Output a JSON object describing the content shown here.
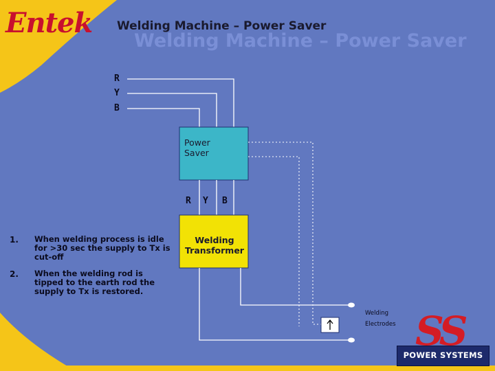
{
  "header": {
    "logo_text": "Entek",
    "title": "Welding Machine – Power Saver",
    "title_echo": "Welding Machine – Power Saver"
  },
  "diagram": {
    "supply_phases": [
      "R",
      "Y",
      "B"
    ],
    "power_saver_label": "Power\nSaver",
    "output_phases": [
      "R",
      "Y",
      "B"
    ],
    "transformer_label": "Welding\nTransformer",
    "electrodes_line1": "Welding",
    "electrodes_line2": "Electrodes"
  },
  "notes": [
    {
      "number": "1.",
      "text": "When welding process is idle for >30 sec the supply to Tx is cut-off"
    },
    {
      "number": "2.",
      "text": "When the welding rod is tipped to the earth rod the supply to Tx is restored."
    }
  ],
  "brand": {
    "mark": "SS",
    "name": "POWER SYSTEMS"
  },
  "colors": {
    "background": "#6178c0",
    "accent_yellow": "#f5c518",
    "power_saver_fill": "#3cb6c8",
    "transformer_fill": "#f2e205",
    "brand_red": "#d41c24"
  }
}
